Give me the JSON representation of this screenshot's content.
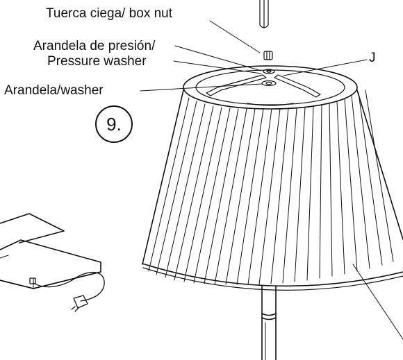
{
  "labels": {
    "box_nut": "Tuerca ciega/ box nut",
    "pressure_washer_es": "Arandela de presión/",
    "pressure_washer_en": "Pressure washer",
    "washer": "Arandela/washer",
    "part_j": "J"
  },
  "step": "9."
}
